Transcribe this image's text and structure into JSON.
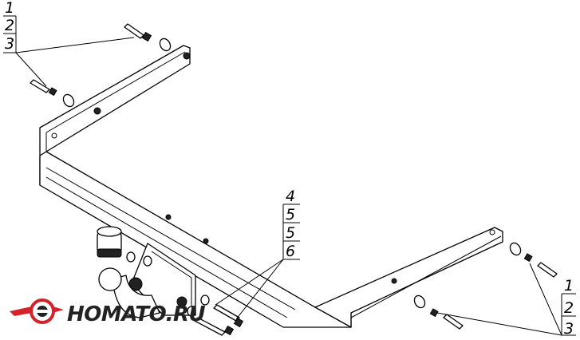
{
  "callouts": {
    "top_left": [
      "1",
      "2",
      "3"
    ],
    "middle": [
      "4",
      "5",
      "5",
      "6"
    ],
    "bottom_right": [
      "1",
      "2",
      "3"
    ]
  },
  "logo": {
    "text": "HOMATO.RU",
    "colors": {
      "ring": "#d2232a",
      "wing": "#d2232a",
      "text": "#222222"
    }
  }
}
